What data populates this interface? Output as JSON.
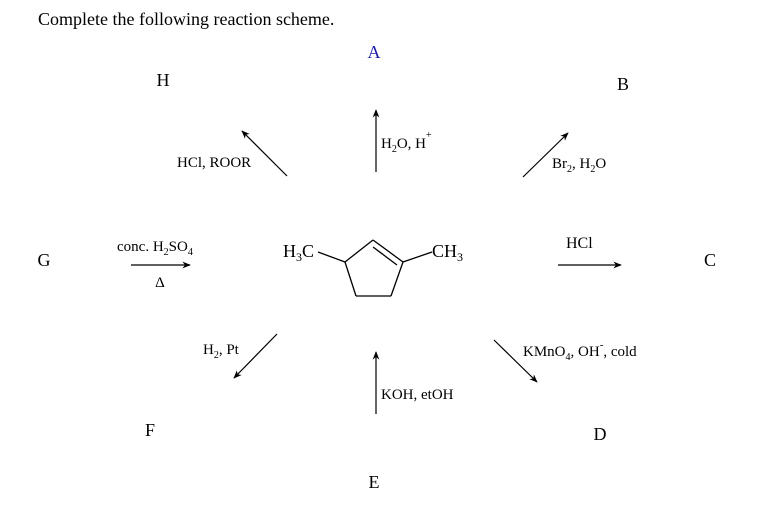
{
  "title": "Complete the following reaction scheme.",
  "labels": {
    "A": "A",
    "B": "B",
    "C": "C",
    "D": "D",
    "E": "E",
    "F": "F",
    "G": "G",
    "H": "H"
  },
  "colors": {
    "label_A": "#1a1aa6",
    "ink": "#000000"
  },
  "molecule": {
    "left_group": {
      "main": "H",
      "sub": "3",
      "tail": "C"
    },
    "right_group": {
      "main": "CH",
      "sub": "3"
    }
  },
  "reagents": {
    "A": {
      "p1": "H",
      "s1": "2",
      "p2": "O, H",
      "sup": "+"
    },
    "B": {
      "p1": "Br",
      "s1": "2",
      "p2": ", H",
      "s2": "2",
      "p3": "O"
    },
    "C": {
      "text": "HCl"
    },
    "D": {
      "p1": "KMnO",
      "s1": "4",
      "p2": ", OH",
      "sup": "-",
      "p3": ", cold"
    },
    "E": {
      "text": "KOH, etOH"
    },
    "F": {
      "p1": "H",
      "s1": "2",
      "p2": ", Pt"
    },
    "G": {
      "p1": "conc. H",
      "s1": "2",
      "p2": "SO",
      "s2": "4",
      "below": "Δ"
    },
    "H": {
      "text": "HCl, ROOR"
    }
  }
}
